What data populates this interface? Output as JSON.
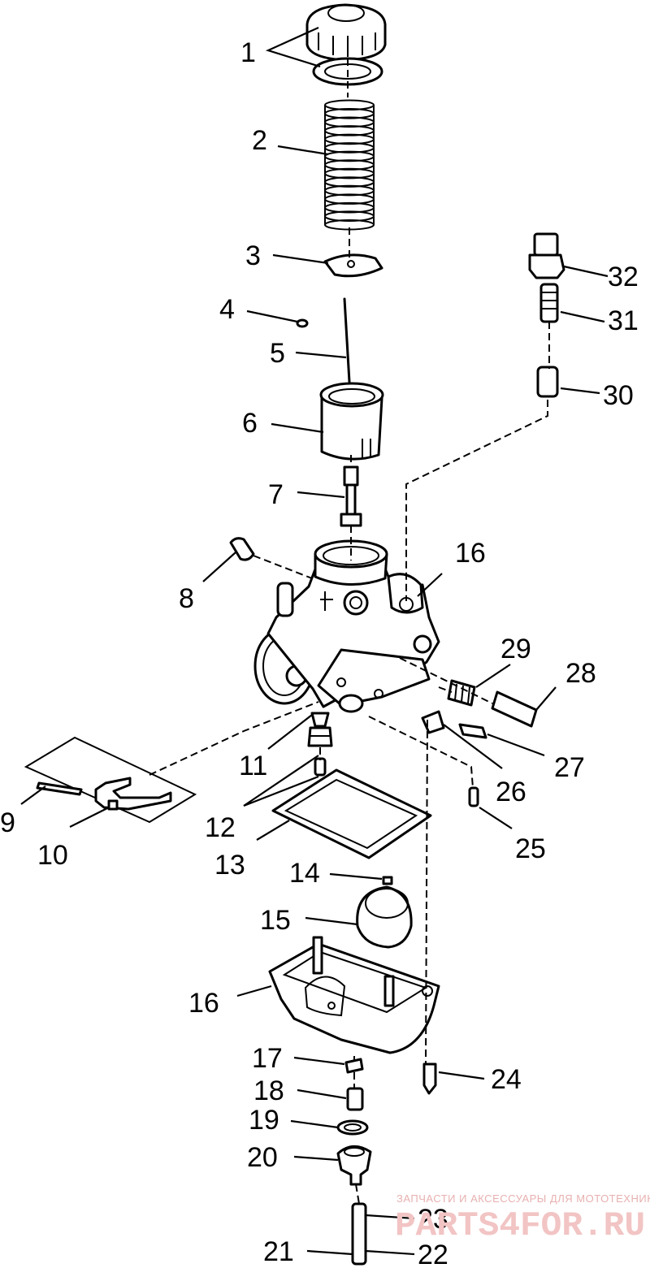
{
  "callouts": [
    {
      "id": "1",
      "label": "1"
    },
    {
      "id": "2",
      "label": "2"
    },
    {
      "id": "3",
      "label": "3"
    },
    {
      "id": "4",
      "label": "4"
    },
    {
      "id": "5",
      "label": "5"
    },
    {
      "id": "6",
      "label": "6"
    },
    {
      "id": "7",
      "label": "7"
    },
    {
      "id": "8",
      "label": "8"
    },
    {
      "id": "9",
      "label": "9"
    },
    {
      "id": "10",
      "label": "10"
    },
    {
      "id": "11",
      "label": "11"
    },
    {
      "id": "12",
      "label": "12"
    },
    {
      "id": "13",
      "label": "13"
    },
    {
      "id": "14",
      "label": "14"
    },
    {
      "id": "15",
      "label": "15"
    },
    {
      "id": "16a",
      "label": "16"
    },
    {
      "id": "16b",
      "label": "16"
    },
    {
      "id": "17",
      "label": "17"
    },
    {
      "id": "18",
      "label": "18"
    },
    {
      "id": "19",
      "label": "19"
    },
    {
      "id": "20",
      "label": "20"
    },
    {
      "id": "21",
      "label": "21"
    },
    {
      "id": "22",
      "label": "22"
    },
    {
      "id": "23",
      "label": "23"
    },
    {
      "id": "24",
      "label": "24"
    },
    {
      "id": "25",
      "label": "25"
    },
    {
      "id": "26",
      "label": "26"
    },
    {
      "id": "27",
      "label": "27"
    },
    {
      "id": "28",
      "label": "28"
    },
    {
      "id": "29",
      "label": "29"
    },
    {
      "id": "30",
      "label": "30"
    },
    {
      "id": "31",
      "label": "31"
    },
    {
      "id": "32",
      "label": "32"
    }
  ],
  "watermark": {
    "tagline": "ЗАПЧАСТИ И АКСЕССУАРЫ ДЛЯ МОТОТЕХНИКИ",
    "brand": "PARTS4FOR.RU"
  },
  "colors": {
    "line": "#000000",
    "background": "#ffffff",
    "watermark": "#e8b0b0"
  }
}
